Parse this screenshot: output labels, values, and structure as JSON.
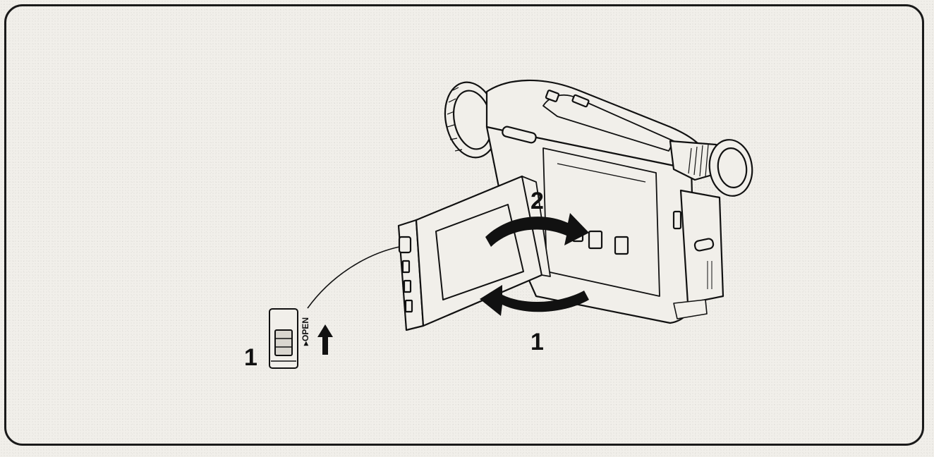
{
  "labels": {
    "step_switch": "1",
    "step_rotate": "1",
    "step_open": "2",
    "switch_text": "OPEN"
  },
  "colors": {
    "ink": "#111111",
    "paper": "#f1efea"
  }
}
